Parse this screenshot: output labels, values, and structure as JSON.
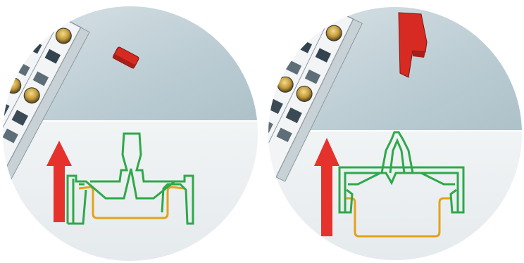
{
  "panels": [
    {
      "id": "left",
      "state": "latch lowered onto DIN rail",
      "arrow_direction": "up"
    },
    {
      "id": "right",
      "state": "latch raised, module lifted off DIN rail",
      "arrow_direction": "up"
    }
  ],
  "colors": {
    "sky": "#b8cbd2",
    "sky_light": "#d6e0e4",
    "floor": "#eef1f3",
    "floor_shade": "#e2e7ea",
    "arrow": "#e5322d",
    "profile_green": "#2fa84a",
    "rail_orange": "#e3a21a",
    "latch_red": "#d72a22",
    "module_body": "#f1f3f4",
    "module_shadow": "#9aa7ad",
    "screw_gold": "#c39a3a",
    "screw_dark": "#3b4a55"
  },
  "icons": [
    "red-up-arrow-icon",
    "terminal-module-icon",
    "release-latch-icon",
    "din-rail-icon",
    "snap-foot-icon"
  ]
}
